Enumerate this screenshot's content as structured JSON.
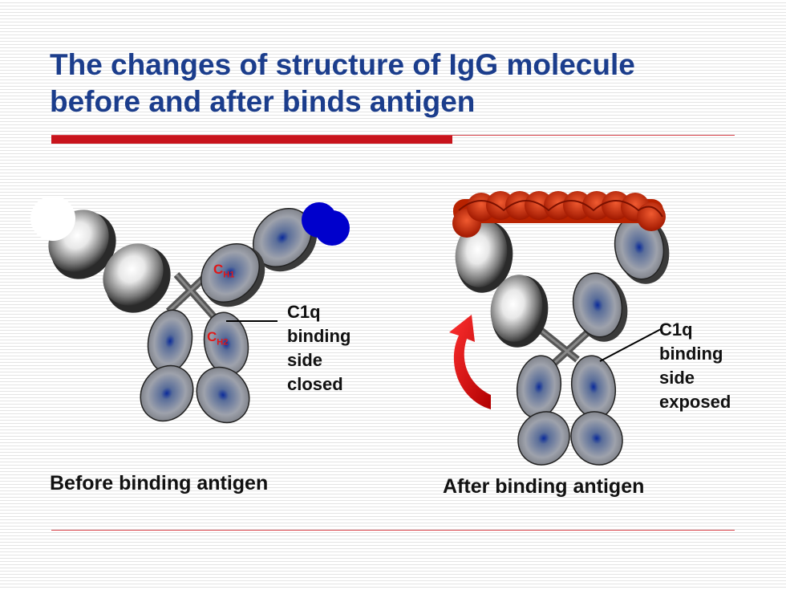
{
  "slide": {
    "title_line1": "The changes of structure of IgG molecule",
    "title_line2": "before and after binds antigen"
  },
  "left_panel": {
    "domain_ch1": "C",
    "domain_ch1_sub": "H1",
    "domain_ch2": "C",
    "domain_ch2_sub": "H2",
    "label": "C1q\nbinding\nside\nclosed",
    "caption": "Before binding antigen"
  },
  "right_panel": {
    "label": "C1q\nbinding\nside\nexposed",
    "caption": "After binding antigen"
  },
  "colors": {
    "title": "#1b3d8c",
    "accent_red": "#c8141c",
    "antigen_blue": "#0000cc",
    "antigen_chain": "#c02000",
    "domain_label": "#e01818"
  }
}
